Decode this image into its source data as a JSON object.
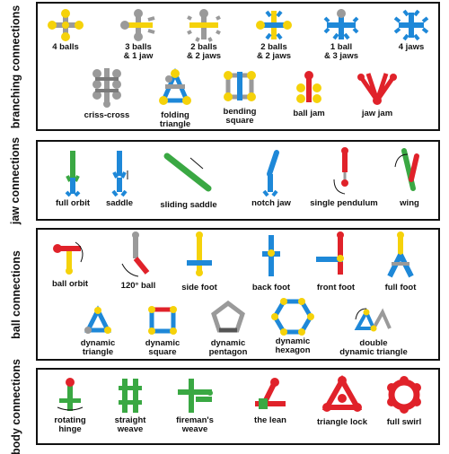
{
  "sections": {
    "branching": {
      "label": "branching connections",
      "items": [
        "4 balls",
        "3 balls\n& 1 jaw",
        "2 balls\n& 2 jaws",
        "2 balls\n& 2 jaws",
        "1 ball\n& 3 jaws",
        "4 jaws",
        "criss-cross",
        "folding\ntriangle",
        "bending\nsquare",
        "ball jam",
        "jaw jam"
      ]
    },
    "jaw": {
      "label": "jaw connections",
      "items": [
        "full orbit",
        "saddle",
        "sliding saddle",
        "notch jaw",
        "single pendulum",
        "wing"
      ]
    },
    "ball": {
      "label": "ball connections",
      "items": [
        "ball orbit",
        "120° ball",
        "side foot",
        "back foot",
        "front foot",
        "full foot",
        "dynamic\ntriangle",
        "dynamic\nsquare",
        "dynamic\npentagon",
        "dynamic\nhexagon",
        "double\ndynamic triangle"
      ]
    },
    "body": {
      "label": "body connections",
      "items": [
        "rotating\nhinge",
        "straight\nweave",
        "fireman's\nweave",
        "the lean",
        "triangle lock",
        "full swirl"
      ]
    }
  },
  "colors": {
    "yellow": "#f5d20a",
    "gray": "#9a9a9a",
    "blue": "#1e88d8",
    "red": "#e0222a",
    "green": "#3aa843",
    "outline": "#222222"
  }
}
